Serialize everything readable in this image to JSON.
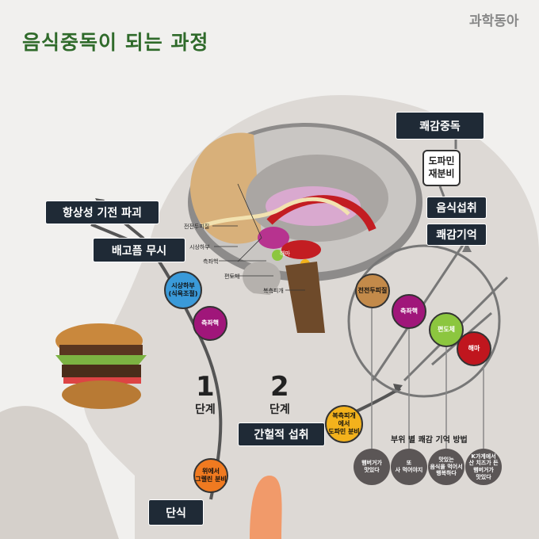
{
  "title": "음식중독이 되는 과정",
  "logo": "과학동아",
  "boxes": {
    "homeostasis": "항상성 기전 파괴",
    "ignore_hunger": "배고픔 무시",
    "pleasure_addiction": "쾌감중독",
    "dopamine_resecretion": "도파민\n재분비",
    "food_intake": "음식섭취",
    "pleasure_memory": "쾌감기억",
    "intermittent": "간헐적 섭취",
    "fasting": "단식"
  },
  "brain_labels": [
    "전전두피질",
    "시상하부",
    "측좌핵",
    "편도체",
    "복측피개",
    "해마"
  ],
  "stage1": {
    "num": "1",
    "label": "단계"
  },
  "stage2": {
    "num": "2",
    "label": "단계"
  },
  "path_circles": {
    "hypothalamus": "시상하부\n(식욕조절)",
    "nucleus1": "측좌핵",
    "ghrelin": "위에서\n그렐린 분비",
    "vta": "복측피개\n에서\n도파민 분비",
    "pfc": "전전두피질",
    "nucleus2": "측좌핵",
    "amygdala": "편도체",
    "hippocampus": "해마"
  },
  "memory_title": "부위 별 쾌감 기억 방법",
  "memories": [
    "햄버거가\n맛있다",
    "또\n사 먹어야지",
    "맛있는\n음식을 먹어서\n행복하다",
    "K가게에서\n산 치즈가 든\n햄버거가\n맛있다"
  ],
  "colors": {
    "box": "#1f2a36",
    "blue": "#3a9ad9",
    "magenta": "#a0167a",
    "orange": "#f07a20",
    "yellow": "#f3b21c",
    "brown": "#c38a4a",
    "green": "#8cc63f",
    "red": "#c0161e",
    "gray": "#5b5656"
  }
}
